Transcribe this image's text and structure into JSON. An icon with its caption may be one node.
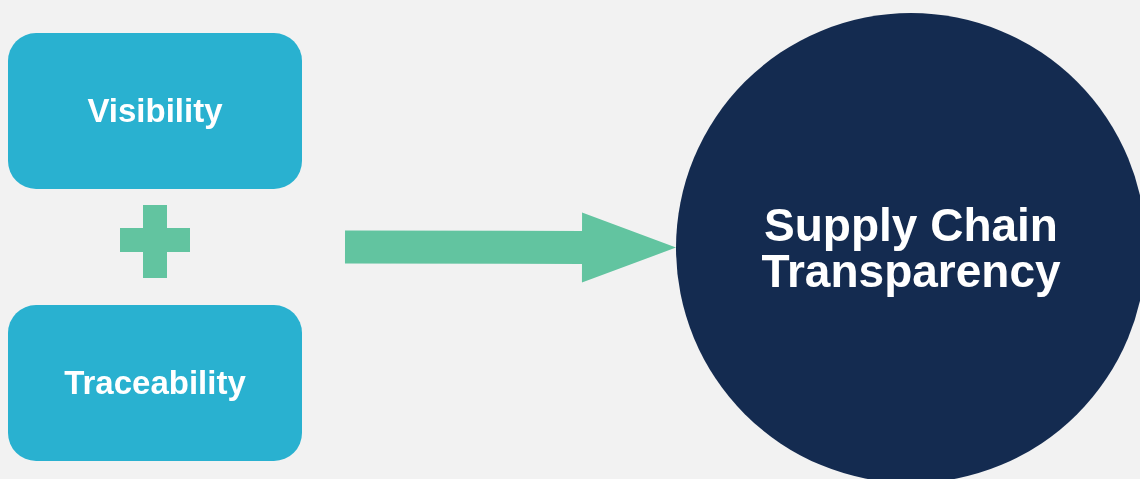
{
  "diagram": {
    "nodes": [
      {
        "text": [
          "Visibility"
        ]
      },
      {
        "text": [
          "Traceability"
        ]
      },
      {
        "text": [
          "Supply Chain Transparency"
        ]
      }
    ],
    "edges": [
      {
        "from": null,
        "to": 2,
        "arrow": "to"
      }
    ]
  }
}
